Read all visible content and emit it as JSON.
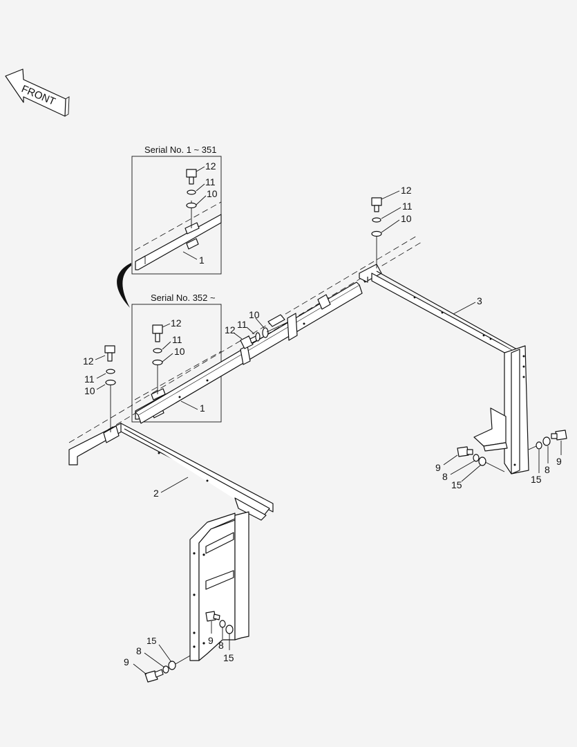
{
  "front_arrow": {
    "label": "FRONT"
  },
  "insets": [
    {
      "title": "Serial No. 1 ~ 351",
      "callouts": [
        "12",
        "11",
        "10",
        "1"
      ]
    },
    {
      "title": "Serial No. 352 ~",
      "callouts": [
        "12",
        "11",
        "10",
        "1"
      ]
    }
  ],
  "callouts": {
    "right_top": [
      "12",
      "11",
      "10"
    ],
    "left_top": [
      "12",
      "11",
      "10"
    ],
    "center": [
      "12",
      "11",
      "10"
    ],
    "frame_2": "2",
    "frame_3": "3",
    "right_lower_left": [
      "9",
      "8",
      "15"
    ],
    "right_lower_right": [
      "9",
      "8",
      "15"
    ],
    "left_lower_outer": [
      "15",
      "8",
      "9"
    ],
    "left_lower_inner": [
      "9",
      "8",
      "15"
    ]
  }
}
